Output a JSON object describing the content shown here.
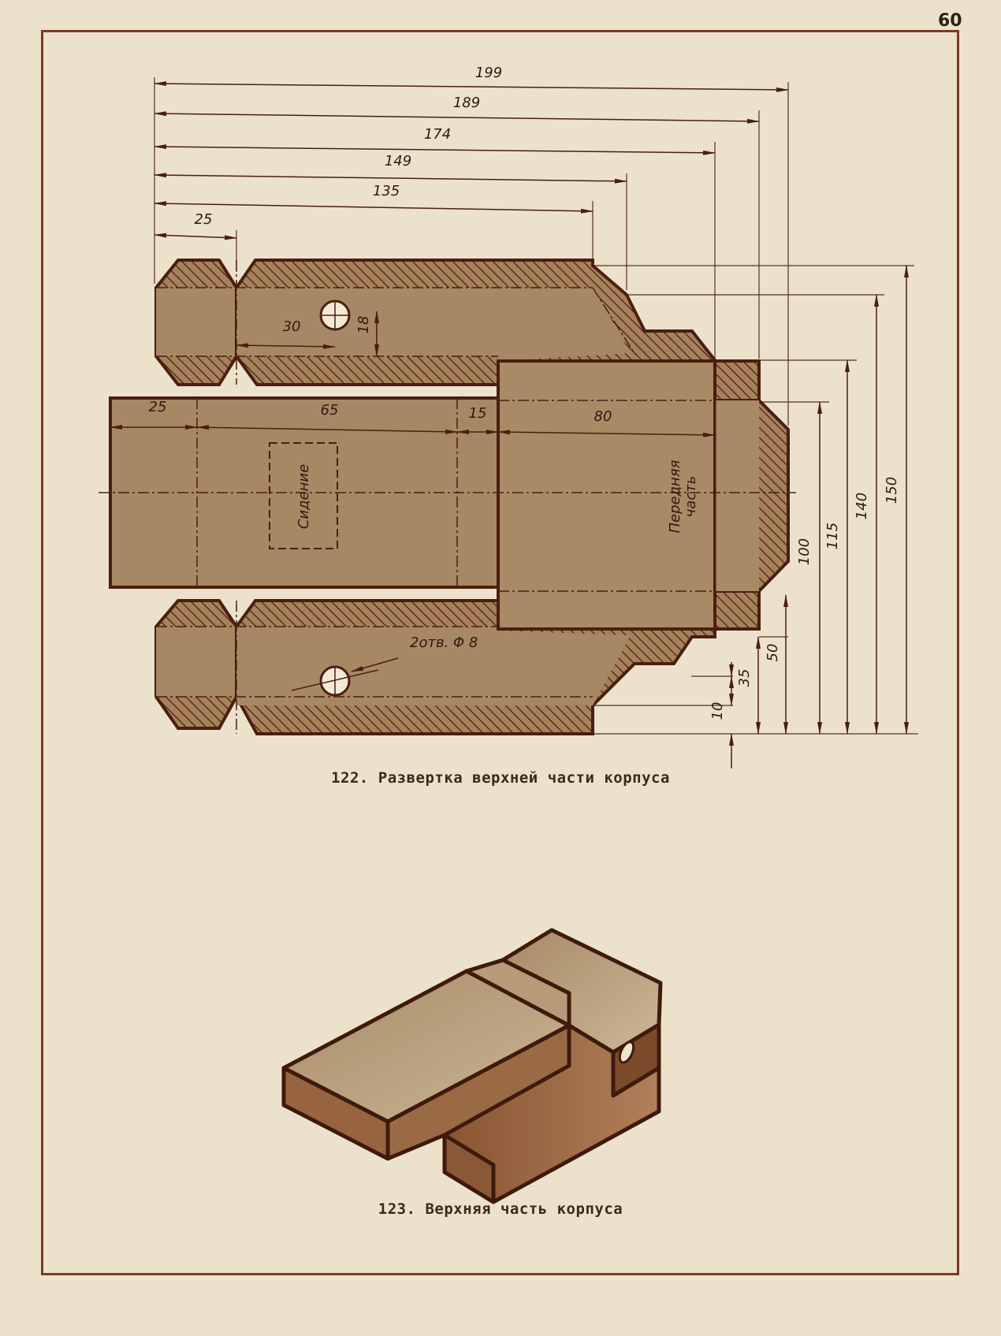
{
  "page": {
    "number": "60"
  },
  "figure122": {
    "caption": "122. Развертка верхней части корпуса",
    "dims_top": [
      "199",
      "189",
      "174",
      "149",
      "135",
      "25"
    ],
    "dims_right": [
      "150",
      "140",
      "115",
      "100",
      "50",
      "35",
      "10"
    ],
    "dims_inner": {
      "left_strip": "25",
      "middle": "65",
      "narrow": "15",
      "front": "80",
      "hole_offset": "30",
      "hole_size": "18"
    },
    "seat_label": "Сидение",
    "front_label_line1": "Передняя",
    "front_label_line2": "часть",
    "holes_label": "2отв. Φ 8"
  },
  "figure123": {
    "caption": "123. Верхняя часть корпуса"
  },
  "colors": {
    "paper": "#ece2cc",
    "fill": "#a78864",
    "outline": "#4a1e10",
    "frame": "#7a3a26"
  }
}
